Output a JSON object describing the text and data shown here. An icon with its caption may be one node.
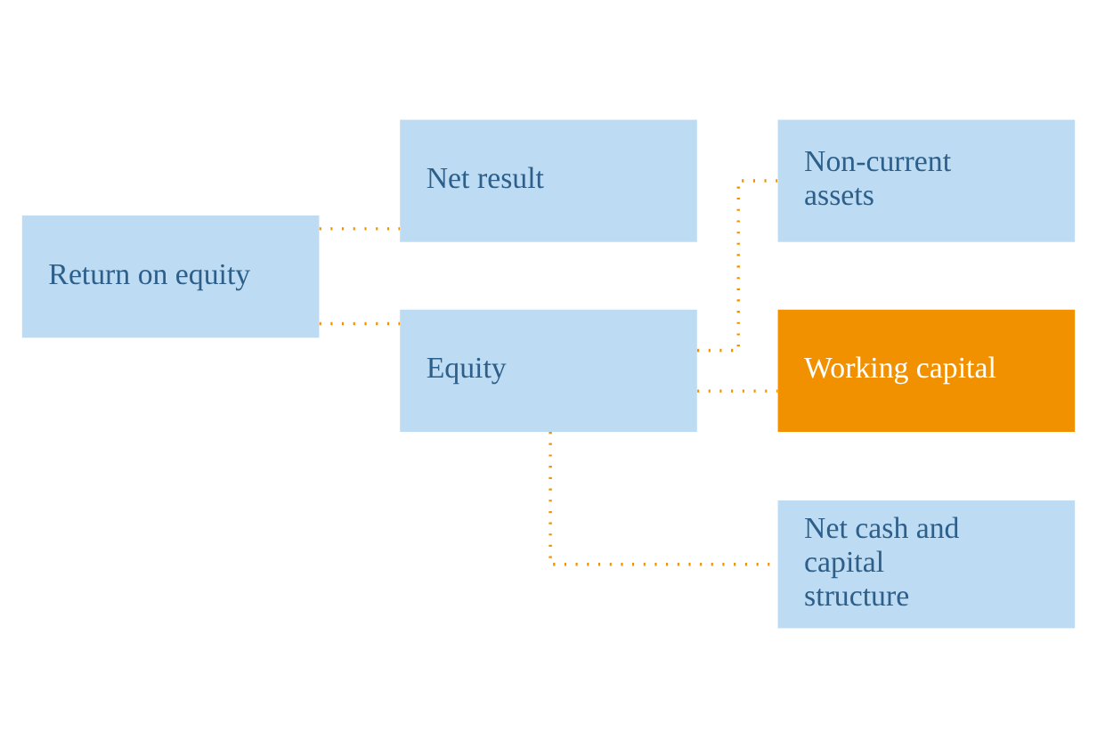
{
  "diagram": {
    "nodes": [
      {
        "text": [
          "Return on equity"
        ]
      },
      {
        "text": [
          "Net result"
        ]
      },
      {
        "text": [
          "Equity"
        ]
      },
      {
        "text": [
          "Non-current assets"
        ]
      },
      {
        "text": [
          "Working capital"
        ]
      },
      {
        "text": [
          "Net cash and capital structure"
        ]
      }
    ],
    "edges": [
      {
        "from": 0,
        "to": 1,
        "arrow": "none"
      },
      {
        "from": 0,
        "to": 2,
        "arrow": "none"
      },
      {
        "from": 2,
        "to": 3,
        "arrow": "none"
      },
      {
        "from": 2,
        "to": 4,
        "arrow": "none"
      },
      {
        "from": 2,
        "to": 5,
        "arrow": "none"
      }
    ]
  }
}
